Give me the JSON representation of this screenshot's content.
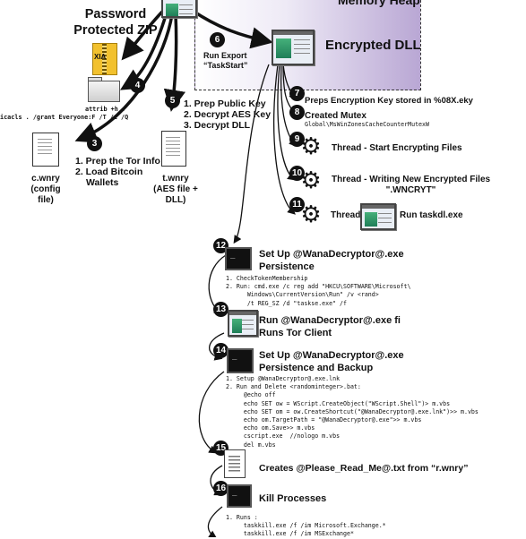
{
  "heap_title": "Memory Heap",
  "zip": {
    "title_line1": "Password",
    "title_line2": "Protected ZIP",
    "label": "XIA"
  },
  "encrypted_dll": "Encrypted DLL",
  "attrib_cmd": "attrib +h .",
  "icacls_cmd": "icacls . /grant Everyone:F /T /C /Q",
  "c_wnry": {
    "line1": "c.wnry",
    "line2": "(config file)"
  },
  "t_wnry": {
    "line1": "t.wnry",
    "line2": "(AES file +",
    "line3": "DLL)"
  },
  "step3_list": [
    "1. Prep the Tor Info",
    "2. Load Bitcoin",
    "Wallets"
  ],
  "step5_list": [
    "1. Prep Public Key",
    "2. Decrypt AES Key",
    "3. Decrypt DLL"
  ],
  "step6": {
    "line1": "Run Export",
    "line2": "“TaskStart”"
  },
  "step7": "Preps Encryption Key stored in %08X.eky",
  "step8": {
    "title": "Created Mutex",
    "sub": "Global\\MsWinZonesCacheCounterMutexW"
  },
  "step9": "Thread - Start Encrypting Files",
  "step10": {
    "line1": "Thread - Writing New Encrypted Files",
    "line2": "\".WNCRYT\""
  },
  "step11": {
    "label": "Thread",
    "task": "Run taskdl.exe"
  },
  "step12": {
    "title1": "Set Up @WanaDecryptor@.exe",
    "title2": "Persistence",
    "code": "1. CheckTokenMembership\n2. Run: cmd.exe /c reg add \"HKCU\\SOFTWARE\\Microsoft\\\n      Windows\\CurrentVersion\\Run\" /v <rand>\n      /t REG_SZ /d \"taskse.exe\" /f"
  },
  "step13": {
    "title1": "Run @WanaDecryptor@.exe fi",
    "title2": "Runs Tor Client"
  },
  "step14": {
    "title1": "Set Up @WanaDecryptor@.exe",
    "title2": "Persistence and Backup",
    "code": "1. Setup @WanaDecryptor@.exe.lnk\n2. Run and Delete <randominteger>.bat:\n     @echo off\n     echo SET ow = WScript.CreateObject(\"WScript.Shell\")> m.vbs\n     echo SET om = ow.CreateShortcut(\"@WanaDecryptor@.exe.lnk\")>> m.vbs\n     echo om.TargetPath = \"@WanaDecryptor@.exe\">> m.vbs\n     echo om.Save>> m.vbs\n     cscript.exe  //nologo m.vbs\n     del m.vbs"
  },
  "step15": "Creates @Please_Read_Me@.txt from “r.wnry”",
  "step16": {
    "title": "Kill Processes",
    "code": "1. Runs :\n     taskkill.exe /f /im Microsoft.Exchange.*\n     taskkill.exe /f /im MSExchange*"
  },
  "badges": [
    "3",
    "4",
    "5",
    "6",
    "7",
    "8",
    "9",
    "10",
    "11",
    "12",
    "13",
    "14",
    "15",
    "16"
  ],
  "colors": {
    "heap_purple": "#b9a7d4",
    "icon_green": "#2e9968",
    "folder_yellow": "#f2c12e"
  }
}
